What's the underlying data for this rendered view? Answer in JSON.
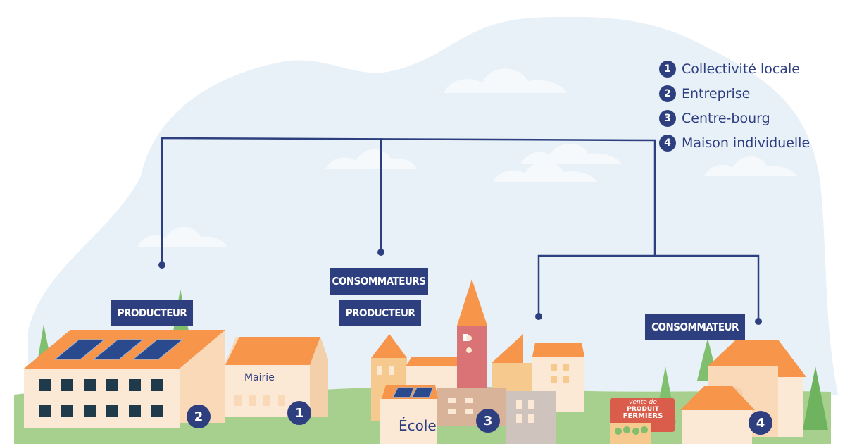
{
  "legend": {
    "items": [
      {
        "number": "1",
        "label": "Collectivité locale"
      },
      {
        "number": "2",
        "label": "Entreprise"
      },
      {
        "number": "3",
        "label": "Centre-bourg"
      },
      {
        "number": "4",
        "label": "Maison individuelle"
      }
    ]
  },
  "tags": {
    "producteur_left": "PRODUCTEUR",
    "consommateurs_center": "CONSOMMATEURS",
    "producteur_center": "PRODUCTEUR",
    "consommateur_right": "CONSOMMATEUR"
  },
  "buildings": {
    "mairie_label": "Mairie",
    "ecole_label": "École",
    "market_line1": "vente de",
    "market_line2": "PRODUIT",
    "market_line3": "FERMIERS"
  },
  "markers": {
    "m1": "1",
    "m2": "2",
    "m3": "3",
    "m4": "4"
  },
  "colors": {
    "navy": "#2e3f7f",
    "sky": "#e8f0f8",
    "grass": "#a7d08f",
    "roof": "#f7954a",
    "wall": "#fae2cb",
    "tower": "#d97376",
    "solar": "#2b4a8e"
  }
}
